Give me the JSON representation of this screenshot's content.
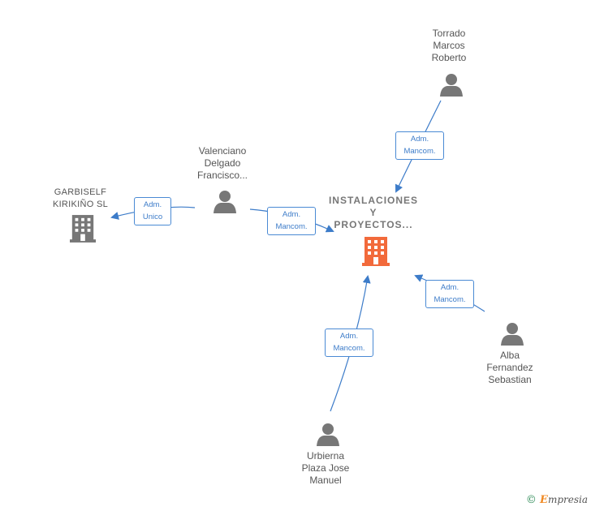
{
  "nodes": {
    "main_company": {
      "label": "INSTALACIONES\nY\nPROYECTOS...",
      "icon": "building-icon",
      "color": "#f26a3b"
    },
    "garbiself": {
      "label": "GARBISELF\nKIRIKIÑO SL",
      "icon": "building-icon",
      "color": "#777777"
    },
    "valenciano": {
      "label": "Valenciano\nDelgado\nFrancisco...",
      "icon": "person-icon"
    },
    "torrado": {
      "label": "Torrado\nMarcos\nRoberto",
      "icon": "person-icon"
    },
    "alba": {
      "label": "Alba\nFernandez\nSebastian",
      "icon": "person-icon"
    },
    "urbierna": {
      "label": "Urbierna\nPlaza Jose\nManuel",
      "icon": "person-icon"
    }
  },
  "edges": {
    "valenciano_to_garbiself": "Adm.\nUnico",
    "valenciano_to_main": "Adm.\nMancom.",
    "torrado_to_main": "Adm.\nMancom.",
    "alba_to_main": "Adm.\nMancom.",
    "urbierna_to_main": "Adm.\nMancom."
  },
  "footer": {
    "copyright": "©",
    "brand_e": "E",
    "brand_rest": "mpresia"
  },
  "colors": {
    "edge": "#3d7cc9",
    "person": "#777777",
    "main_company": "#f26a3b"
  }
}
